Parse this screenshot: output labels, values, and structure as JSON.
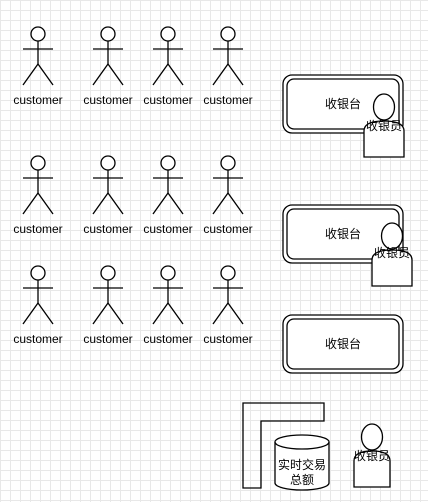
{
  "customers": {
    "rows": [
      [
        "customer",
        "customer",
        "customer",
        "customer"
      ],
      [
        "customer",
        "customer",
        "customer",
        "customer"
      ],
      [
        "customer",
        "customer",
        "customer",
        "customer"
      ]
    ]
  },
  "counters": [
    {
      "label": "收银台",
      "cashier": "收银员"
    },
    {
      "label": "收银台",
      "cashier": "收银员"
    },
    {
      "label": "收银台",
      "cashier": ""
    }
  ],
  "summary": {
    "db_label_line1": "实时交易",
    "db_label_line2": "总额",
    "cashier": "收银员"
  }
}
